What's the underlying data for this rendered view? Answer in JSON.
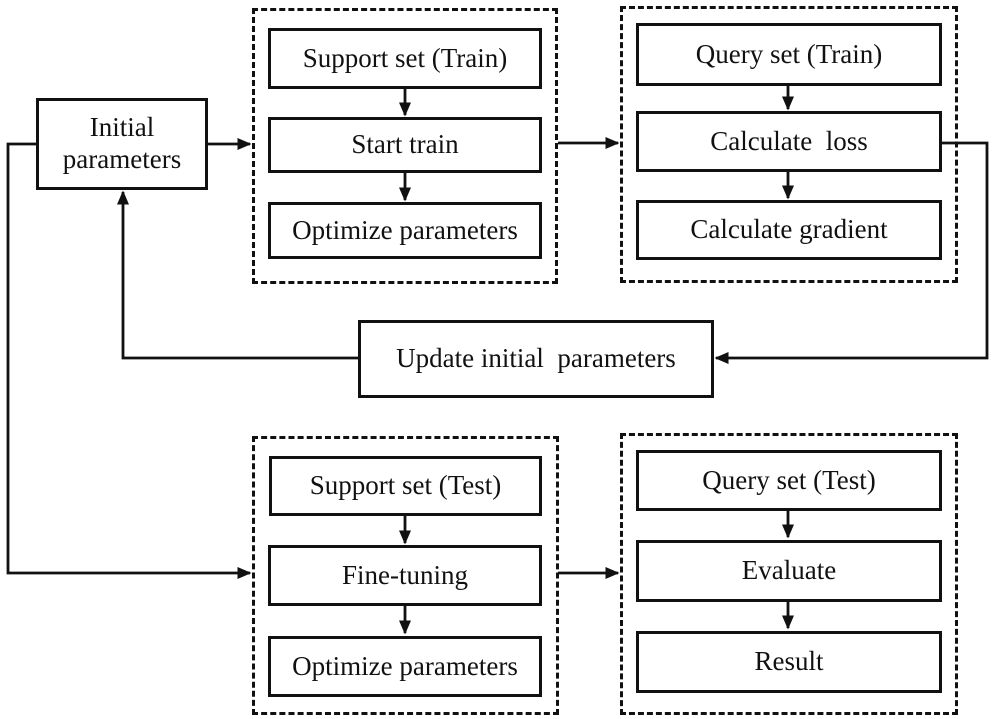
{
  "diagram": {
    "background_color": "#ffffff",
    "line_color": "#111111",
    "nodes": {
      "initial_parameters": "Initial parameters",
      "support_set_train": "Support set (Train)",
      "start_train": "Start train",
      "optimize_parameters_train": "Optimize parameters",
      "query_set_train": "Query set (Train)",
      "calculate_loss": "Calculate  loss",
      "calculate_gradient": "Calculate gradient",
      "update_initial_parameters": "Update initial  parameters",
      "support_set_test": "Support set (Test)",
      "fine_tuning": "Fine-tuning",
      "optimize_parameters_test": "Optimize parameters",
      "query_set_test": "Query set (Test)",
      "evaluate": "Evaluate",
      "result": "Result"
    }
  }
}
